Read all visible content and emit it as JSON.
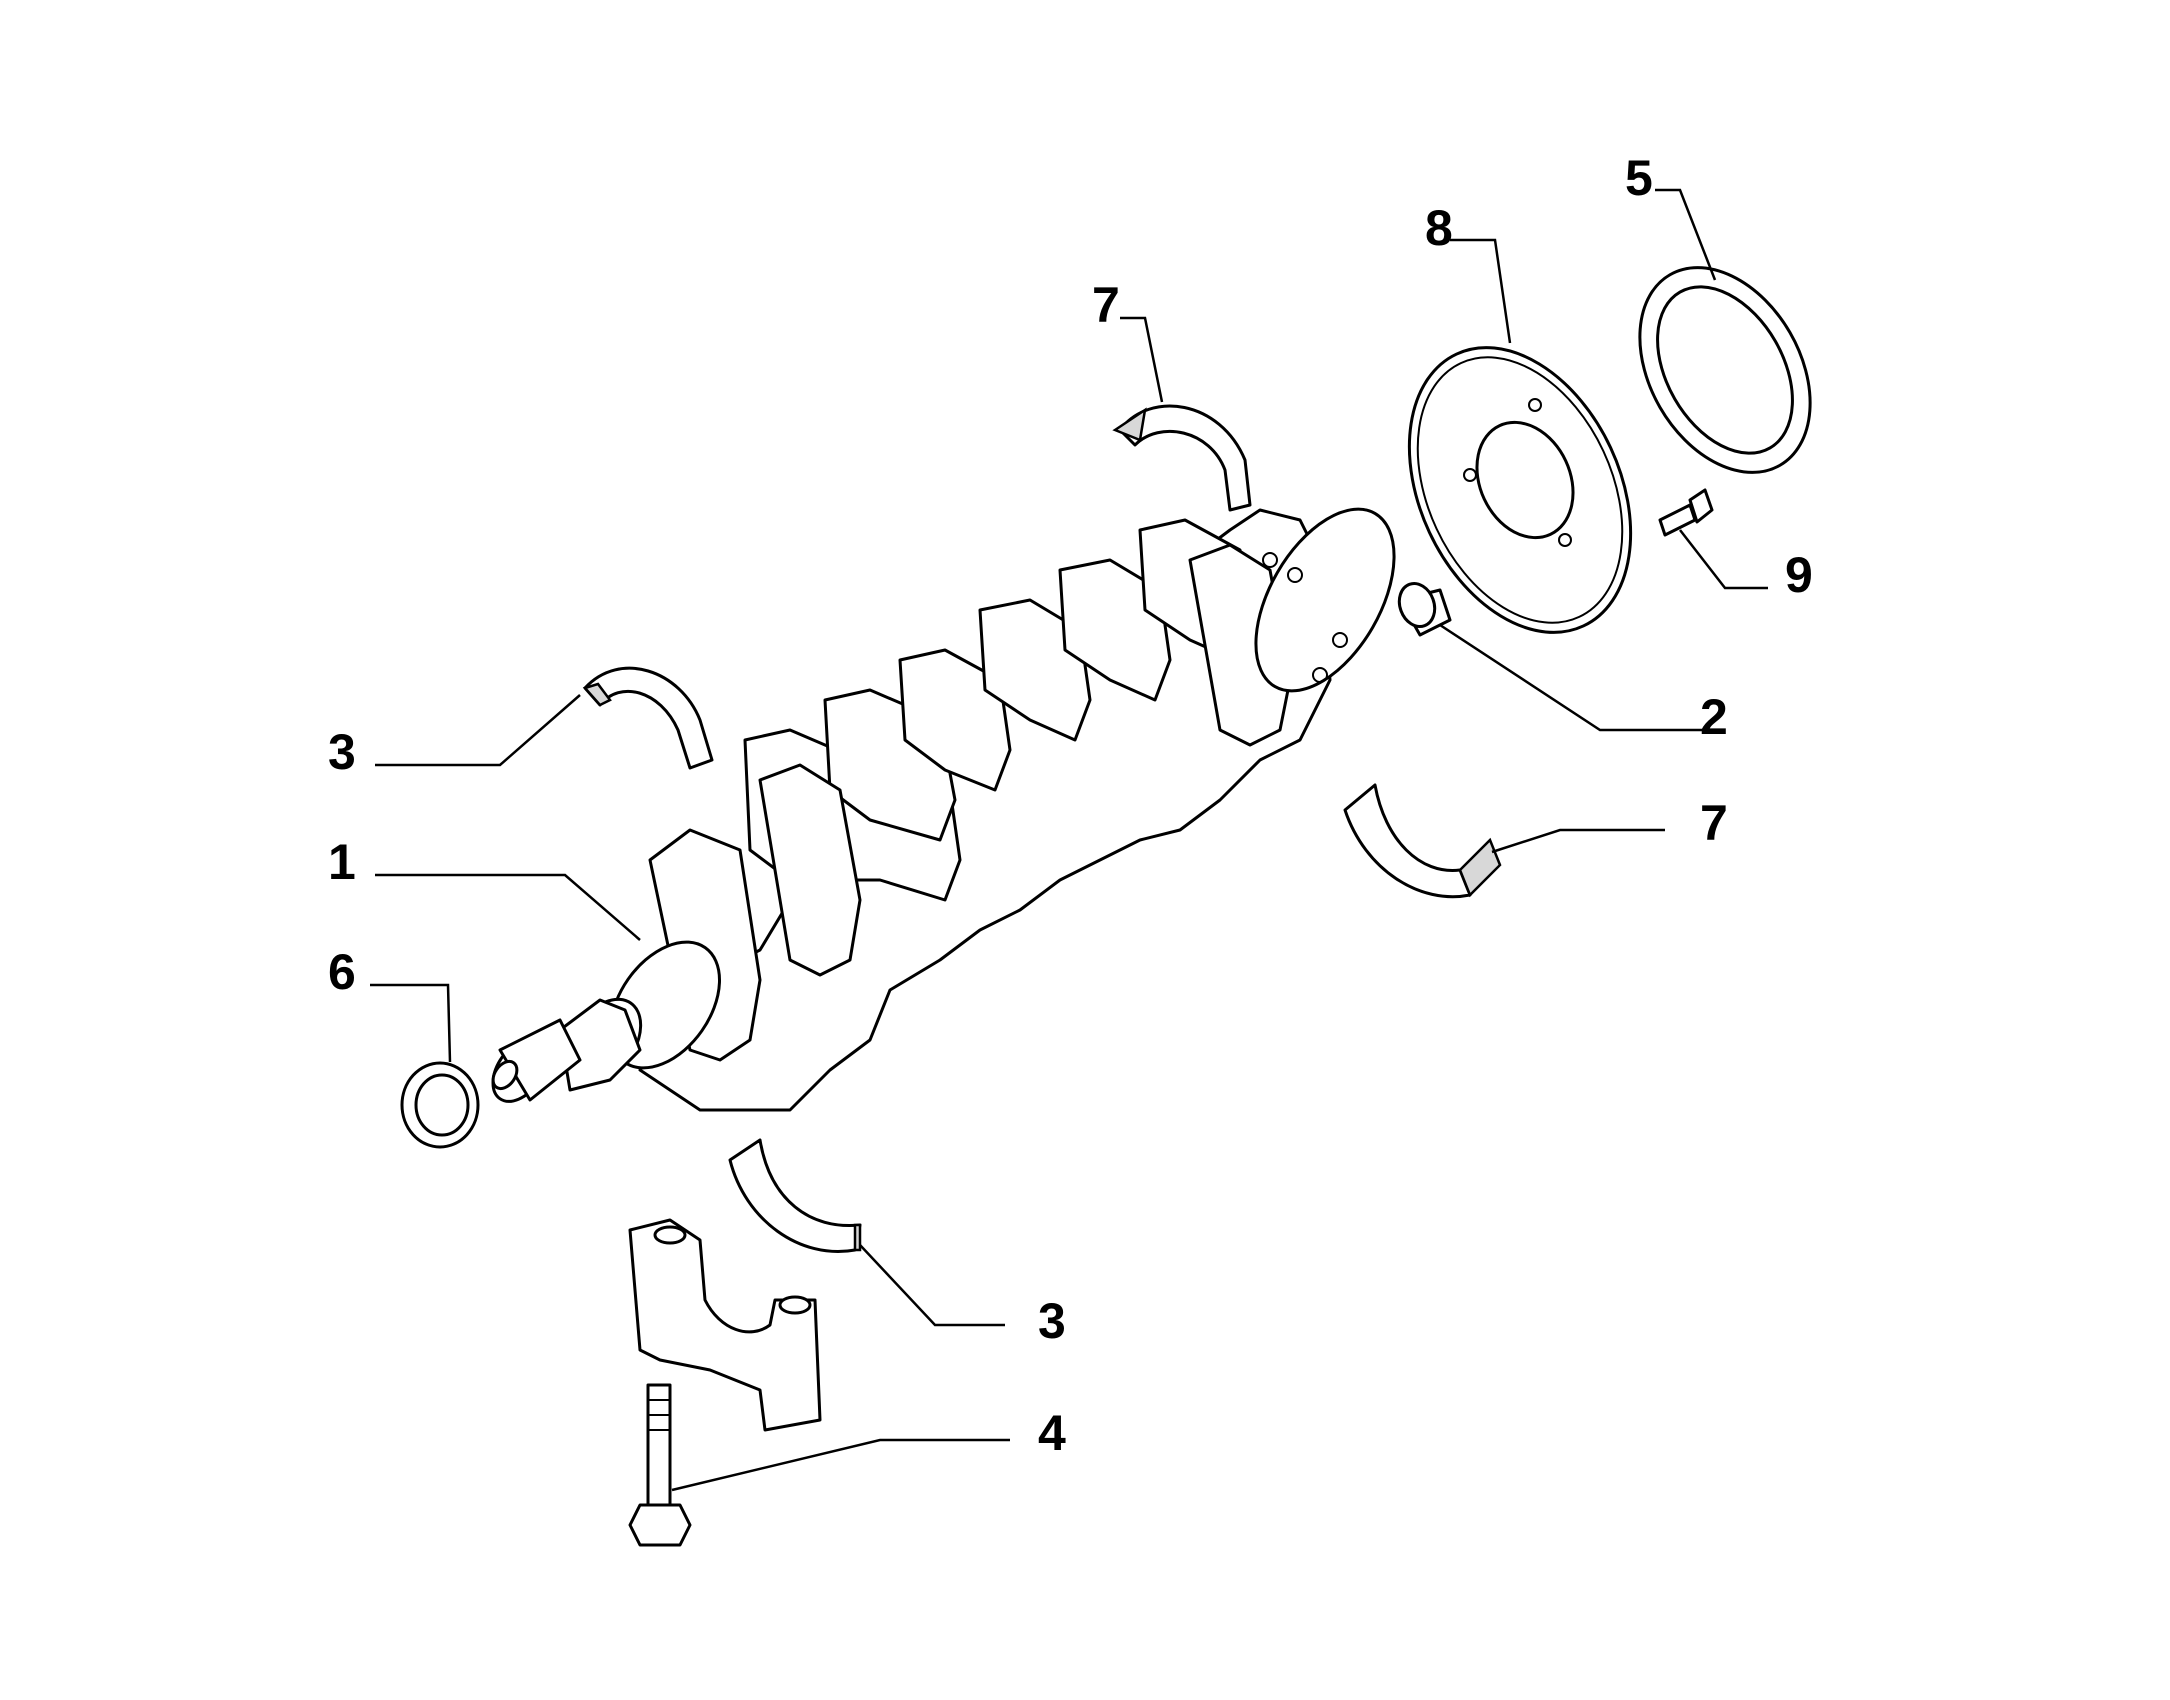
{
  "callouts": [
    {
      "id": "c1",
      "label": "1",
      "part": "crankshaft"
    },
    {
      "id": "c2",
      "label": "2",
      "part": "bushing"
    },
    {
      "id": "c3a",
      "label": "3",
      "part": "main-bearing-shell-upper"
    },
    {
      "id": "c3b",
      "label": "3",
      "part": "main-bearing-shell-lower"
    },
    {
      "id": "c4",
      "label": "4",
      "part": "main-bearing-cap-bolt"
    },
    {
      "id": "c5",
      "label": "5",
      "part": "rear-oil-seal"
    },
    {
      "id": "c6",
      "label": "6",
      "part": "front-oil-seal"
    },
    {
      "id": "c7a",
      "label": "7",
      "part": "thrust-bearing-shell-upper"
    },
    {
      "id": "c7b",
      "label": "7",
      "part": "thrust-bearing-shell-lower"
    },
    {
      "id": "c8",
      "label": "8",
      "part": "flywheel-plate"
    },
    {
      "id": "c9",
      "label": "9",
      "part": "plate-screw"
    }
  ]
}
